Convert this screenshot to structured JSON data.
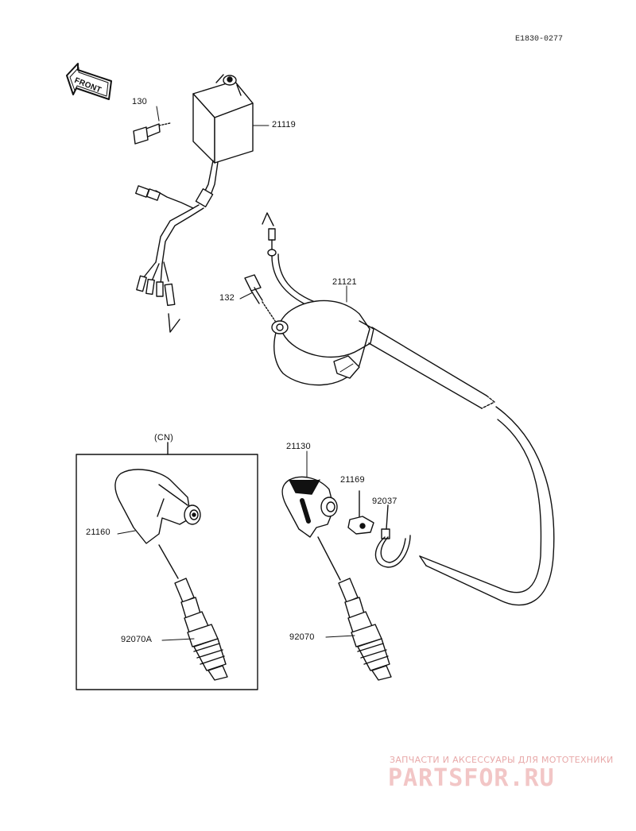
{
  "diagram": {
    "reference_code": "E1830-0277",
    "front_label": "FRONT",
    "cn_label": "(CN)",
    "parts": [
      {
        "id": "130"
      },
      {
        "id": "21119"
      },
      {
        "id": "132"
      },
      {
        "id": "21121"
      },
      {
        "id": "21130"
      },
      {
        "id": "21169"
      },
      {
        "id": "92037"
      },
      {
        "id": "21160"
      },
      {
        "id": "92070A"
      },
      {
        "id": "92070"
      }
    ]
  },
  "watermark": {
    "text": "ЗАПЧАСТИ И АКСЕССУАРЫ ДЛЯ МОТОТЕХНИКИ",
    "logo": "PARTSFOR.RU"
  },
  "colors": {
    "line": "#111111",
    "background": "#ffffff",
    "watermark": "#e8a9a9"
  }
}
